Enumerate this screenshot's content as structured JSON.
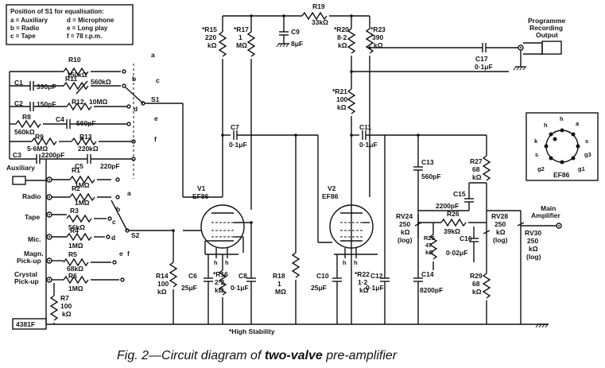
{
  "legend": {
    "title": "Position of S1 for equalisation:",
    "a": "a = Auxiliary",
    "b": "b = Radio",
    "c": "c = Tape",
    "d": "d = Microphone",
    "e": "e = Long play",
    "f": "f = 78 r.p.m."
  },
  "caption": {
    "prefix": "Fig. 2—Circuit diagram of ",
    "bold": "two-valve",
    "suffix": " pre-amplifier"
  },
  "note": "*High Stability",
  "inputs": {
    "aux": "Auxiliary",
    "radio": "Radio",
    "tape": "Tape",
    "mic": "Mic.",
    "magn1": "Magn.",
    "magn2": "Pick-up",
    "crys1": "Crystal",
    "crys2": "Pick-up",
    "code": "4381F"
  },
  "outputs": {
    "prog1": "Programme",
    "prog2": "Recording",
    "prog3": "Output",
    "main1": "Main",
    "main2": "Amplifier"
  },
  "valves": {
    "v1": "V1",
    "v1t": "EF86",
    "v2": "V2",
    "v2t": "EF86",
    "base": "EF86",
    "pins": [
      "h",
      "a",
      "s",
      "g3",
      "g1",
      "g2",
      "s",
      "k",
      "h"
    ]
  },
  "switch": {
    "s1": "S1",
    "s2": "S2",
    "pos": [
      "a",
      "b",
      "c",
      "d",
      "e",
      "f"
    ]
  },
  "components": {
    "R1": [
      "R1",
      "1MΩ"
    ],
    "R2": [
      "R2",
      "1MΩ"
    ],
    "R3": [
      "R3",
      "56kΩ"
    ],
    "R4": [
      "R4",
      "1MΩ"
    ],
    "R5": [
      "R5",
      "68kΩ"
    ],
    "R6": [
      "R6",
      "1MΩ"
    ],
    "R7": [
      "R7",
      "100",
      "kΩ"
    ],
    "R8": [
      "R8",
      "560kΩ"
    ],
    "R9": [
      "R9",
      "5·6MΩ"
    ],
    "R10": [
      "R10",
      "150kΩ"
    ],
    "R11": [
      "R11",
      "560kΩ"
    ],
    "R12": [
      "R12",
      "10MΩ"
    ],
    "R13": [
      "R13",
      "220kΩ"
    ],
    "R14": [
      "R14",
      "100",
      "kΩ"
    ],
    "R15": [
      "*R15",
      "220",
      "kΩ"
    ],
    "R16": [
      "*R16",
      "2·2",
      "kΩ"
    ],
    "R17": [
      "*R17",
      "1",
      "MΩ"
    ],
    "R18": [
      "R18",
      "1",
      "MΩ"
    ],
    "R19": [
      "R19",
      "33kΩ"
    ],
    "R20": [
      "*R20",
      "8·2",
      "kΩ"
    ],
    "R21": [
      "*R21",
      "100",
      "kΩ"
    ],
    "R22": [
      "*R22",
      "1·2",
      "kΩ"
    ],
    "R23": [
      "*R23",
      "390",
      "kΩ"
    ],
    "R25": [
      "R25",
      "47",
      "kΩ"
    ],
    "R26": [
      "R26",
      "39kΩ"
    ],
    "R27": [
      "R27",
      "68",
      "kΩ"
    ],
    "R29": [
      "R29",
      "68",
      "kΩ"
    ],
    "RV24": [
      "RV24",
      "250",
      "kΩ",
      "(log)"
    ],
    "RV28": [
      "RV28",
      "250",
      "kΩ",
      "(log)"
    ],
    "RV30": [
      "RV30",
      "250",
      "kΩ",
      "(log)"
    ],
    "C1": [
      "C1",
      "390pF"
    ],
    "C2": [
      "C2",
      "150pF"
    ],
    "C3": [
      "C3",
      "2200pF"
    ],
    "C4": [
      "C4",
      "560pF"
    ],
    "C5": [
      "C5",
      "220pF"
    ],
    "C6": [
      "C6",
      "25μF"
    ],
    "C7": [
      "C7",
      "0·1μF"
    ],
    "C8": [
      "C8",
      "0·1μF"
    ],
    "C9": [
      "C9",
      "8μF"
    ],
    "C10": [
      "C10",
      "25μF"
    ],
    "C11": [
      "C11",
      "0·1μF"
    ],
    "C12": [
      "C12",
      "0·1μF"
    ],
    "C13": [
      "C13",
      "560pF"
    ],
    "C14": [
      "C14",
      "8200pF"
    ],
    "C15": [
      "C15",
      "2200pF"
    ],
    "C16": [
      "C16",
      "0·02μF"
    ],
    "C17": [
      "C17",
      "0·1μF"
    ]
  }
}
